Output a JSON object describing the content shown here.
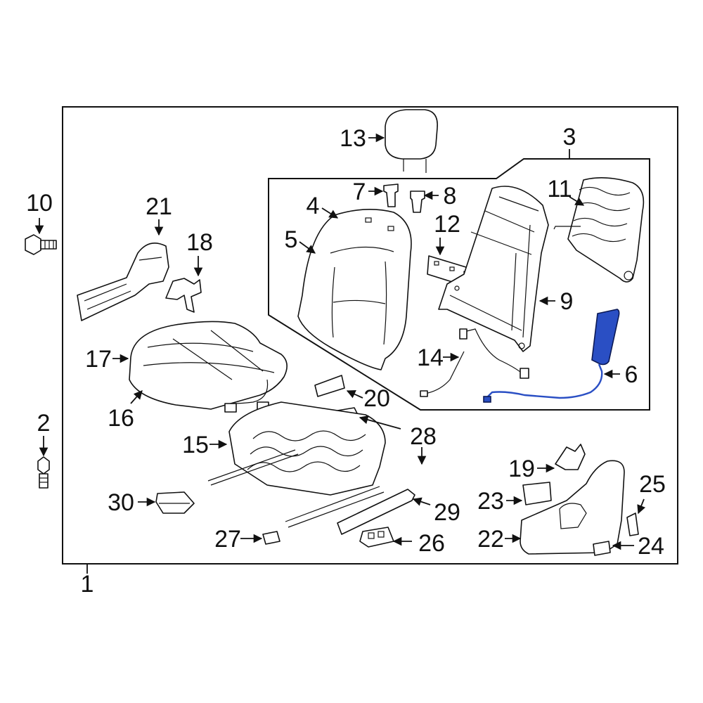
{
  "diagram": {
    "callouts": {
      "c1": "1",
      "c2": "2",
      "c3": "3",
      "c4": "4",
      "c5": "5",
      "c6": "6",
      "c7": "7",
      "c8": "8",
      "c9": "9",
      "c10": "10",
      "c11": "11",
      "c12": "12",
      "c13": "13",
      "c14": "14",
      "c15": "15",
      "c16": "16",
      "c17": "17",
      "c18": "18",
      "c19": "19",
      "c20": "20",
      "c21": "21",
      "c22": "22",
      "c23": "23",
      "c24": "24",
      "c25": "25",
      "c26": "26",
      "c27": "27",
      "c28": "28",
      "c29": "29",
      "c30": "30"
    },
    "highlight_color": "#2a4fc4",
    "highlighted_callout": "6"
  }
}
